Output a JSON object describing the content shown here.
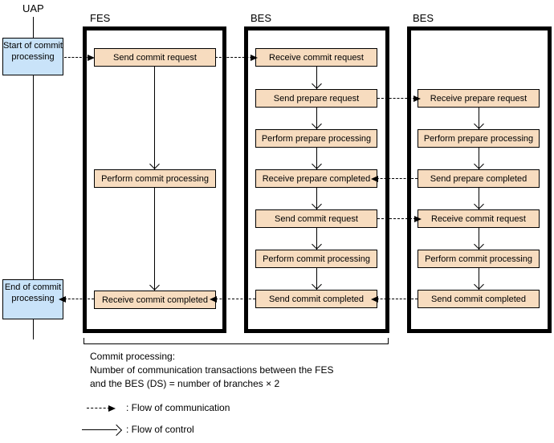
{
  "colors": {
    "process_box_fill": "#F7DCBF",
    "endpoint_box_fill": "#C9E3F9",
    "line_color": "#000000"
  },
  "lanes": {
    "uap_label": "UAP",
    "fes_label": "FES",
    "bes_mid_label": "BES",
    "bes_right_label": "BES"
  },
  "uap": {
    "start_label": "Start of commit processing",
    "end_label": "End of commit processing"
  },
  "fes": {
    "boxes": [
      "Send commit request",
      "Perform commit processing",
      "Receive commit completed"
    ]
  },
  "bes_mid": {
    "boxes": [
      "Receive commit request",
      "Send prepare request",
      "Perform prepare processing",
      "Receive prepare completed",
      "Send commit request",
      "Perform commit processing",
      "Send commit completed"
    ]
  },
  "bes_right": {
    "boxes": [
      "Receive prepare request",
      "Perform prepare processing",
      "Send prepare completed",
      "Receive commit request",
      "Perform commit processing",
      "Send commit completed"
    ]
  },
  "caption": {
    "line1": "Commit processing:",
    "line2": "Number of communication transactions between the FES",
    "line3": "and the BES (DS) = number of branches × 2"
  },
  "legend": {
    "communication": ": Flow of communication",
    "control": ": Flow of control"
  }
}
